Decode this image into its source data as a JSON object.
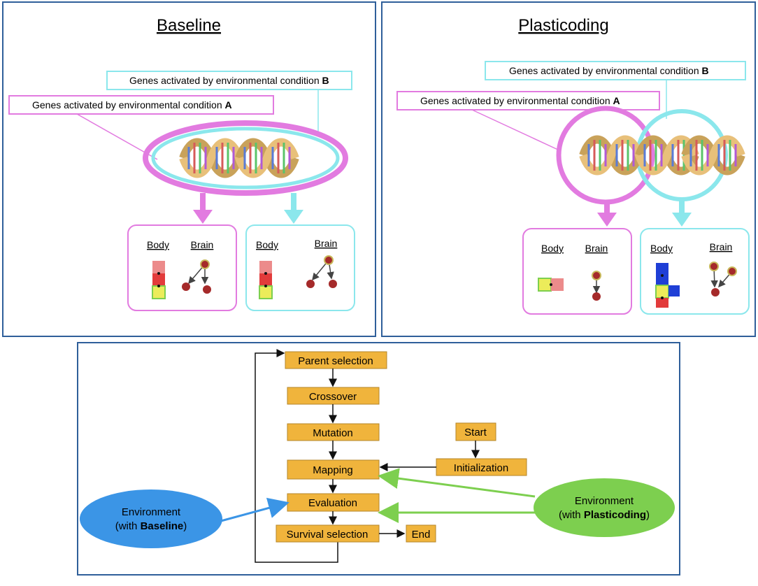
{
  "panels": {
    "baseline": {
      "title": "Baseline",
      "gene_b_prefix": "Genes activated by environmental condition ",
      "gene_b_letter": "B",
      "gene_a_prefix": "Genes activated by environmental condition ",
      "gene_a_letter": "A",
      "body_label_a": "Body",
      "brain_label_a": "Brain",
      "body_label_b": "Body",
      "brain_label_b": "Brain"
    },
    "plasticoding": {
      "title": "Plasticoding",
      "gene_b_prefix": "Genes activated by environmental condition ",
      "gene_b_letter": "B",
      "gene_a_prefix": "Genes activated by environmental condition ",
      "gene_a_letter": "A",
      "body_label_a": "Body",
      "brain_label_a": "Brain",
      "body_label_b": "Body",
      "brain_label_b": "Brain"
    }
  },
  "flowchart": {
    "parent_selection": "Parent selection",
    "crossover": "Crossover",
    "mutation": "Mutation",
    "mapping": "Mapping",
    "evaluation": "Evaluation",
    "survival_selection": "Survival selection",
    "end": "End",
    "start": "Start",
    "initialization": "Initialization",
    "env_baseline_line1": "Environment",
    "env_baseline_line2_prefix": "(with ",
    "env_baseline_line2_bold": "Baseline",
    "env_baseline_line2_suffix": ")",
    "env_plasti_line1": "Environment",
    "env_plasti_line2_prefix": "(with ",
    "env_plasti_line2_bold": "Plasticoding",
    "env_plasti_line2_suffix": ")"
  },
  "colors": {
    "condition_a": "#e27be0",
    "condition_b": "#8be7ec",
    "flow_box": "#f0b43c",
    "env_baseline": "#3b95e6",
    "env_plasticoding": "#7dcf4f",
    "frame": "#2f5f9a"
  }
}
